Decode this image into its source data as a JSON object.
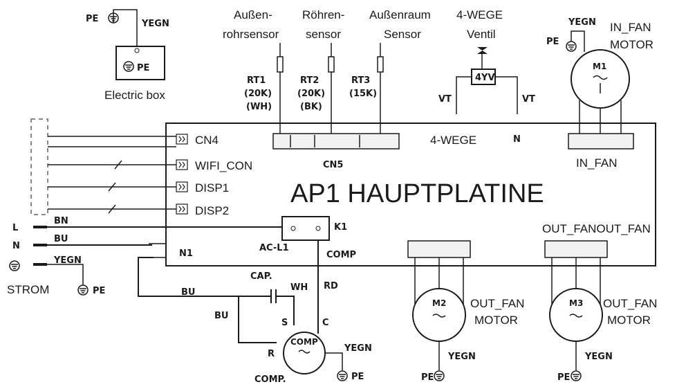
{
  "board": {
    "title": "AP1 HAUPTPLATINE"
  },
  "sensors": {
    "outer_pipe": {
      "name_line1": "Außen-",
      "name_line2": "rohrsensor",
      "id": "RT1",
      "value": "(20K)",
      "color": "(WH)"
    },
    "tube": {
      "name_line1": "Röhren-",
      "name_line2": "sensor",
      "id": "RT2",
      "value": "(20K)",
      "color": "(BK)"
    },
    "outdoor": {
      "name_line1": "Außenraum",
      "name_line2": "Sensor",
      "id": "RT3",
      "value": "(15K)"
    }
  },
  "connectors": {
    "cn5": "CN5",
    "cn4": "CN4",
    "wifi": "WIFI_CON",
    "disp1": "DISP1",
    "disp2": "DISP2",
    "four_way": "4-WEGE",
    "in_fan": "IN_FAN",
    "out_fan_pair": "OUT_FANOUT_FAN",
    "k1": "K1",
    "ac_l1": "AC-L1",
    "n1": "N1",
    "comp": "COMP"
  },
  "valve": {
    "title_line1": "4-WEGE",
    "title_line2": "Ventil",
    "symbol": "4YV",
    "vt_left": "VT",
    "vt_right": "VT",
    "n": "N"
  },
  "motors": {
    "m1": {
      "label": "M1",
      "name_line1": "IN_FAN",
      "name_line2": "MOTOR",
      "wire": "YEGN",
      "pe": "PE"
    },
    "m2": {
      "label": "M2",
      "name_line1": "OUT_FAN",
      "name_line2": "MOTOR",
      "wire": "YEGN",
      "pe": "PE"
    },
    "m3": {
      "label": "M3",
      "name_line1": "OUT_FAN",
      "name_line2": "MOTOR",
      "wire": "YEGN",
      "pe": "PE"
    }
  },
  "power": {
    "l": "L",
    "n": "N",
    "bn": "BN",
    "bu": "BU",
    "yegn": "YEGN",
    "strom": "STROM",
    "pe": "PE"
  },
  "electric_box": {
    "label": "Electric box",
    "pe_top": "PE",
    "pe_inner": "PE",
    "wire": "YEGN"
  },
  "compressor": {
    "label": "COMP",
    "caption": "COMP.",
    "cap": "CAP.",
    "wh": "WH",
    "rd": "RD",
    "s": "S",
    "c": "C",
    "r": "R",
    "bu1": "BU",
    "bu2": "BU",
    "wire": "YEGN",
    "pe": "PE"
  }
}
